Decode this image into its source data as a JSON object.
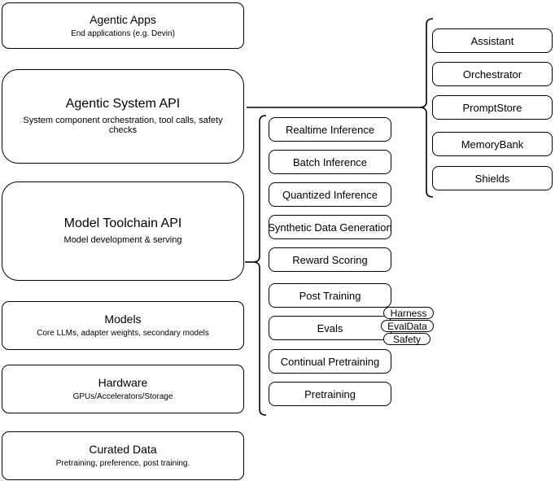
{
  "diagram": {
    "left_column": [
      {
        "title": "Agentic Apps",
        "subtitle": "End applications (e.g. Devin)"
      },
      {
        "title": "Agentic System API",
        "subtitle": "System component orchestration, tool calls, safety checks"
      },
      {
        "title": "Model Toolchain API",
        "subtitle": "Model development & serving"
      },
      {
        "title": "Models",
        "subtitle": "Core LLMs, adapter weights, secondary models"
      },
      {
        "title": "Hardware",
        "subtitle": "GPUs/Accelerators/Storage"
      },
      {
        "title": "Curated Data",
        "subtitle": "Pretraining, preference, post training."
      }
    ],
    "toolchain_items": [
      "Realtime Inference",
      "Batch Inference",
      "Quantized Inference",
      "Synthetic Data Generation",
      "Reward Scoring",
      "Post Training",
      "Evals",
      "Continual Pretraining",
      "Pretraining"
    ],
    "evals_tags": [
      "Harness",
      "EvalData",
      "Safety"
    ],
    "system_components": [
      "Assistant",
      "Orchestrator",
      "PromptStore",
      "MemoryBank",
      "Shields"
    ],
    "colors": {
      "stroke": "#000000",
      "fill": "#ffffff",
      "text": "#000000",
      "background": "#ffffff"
    }
  }
}
